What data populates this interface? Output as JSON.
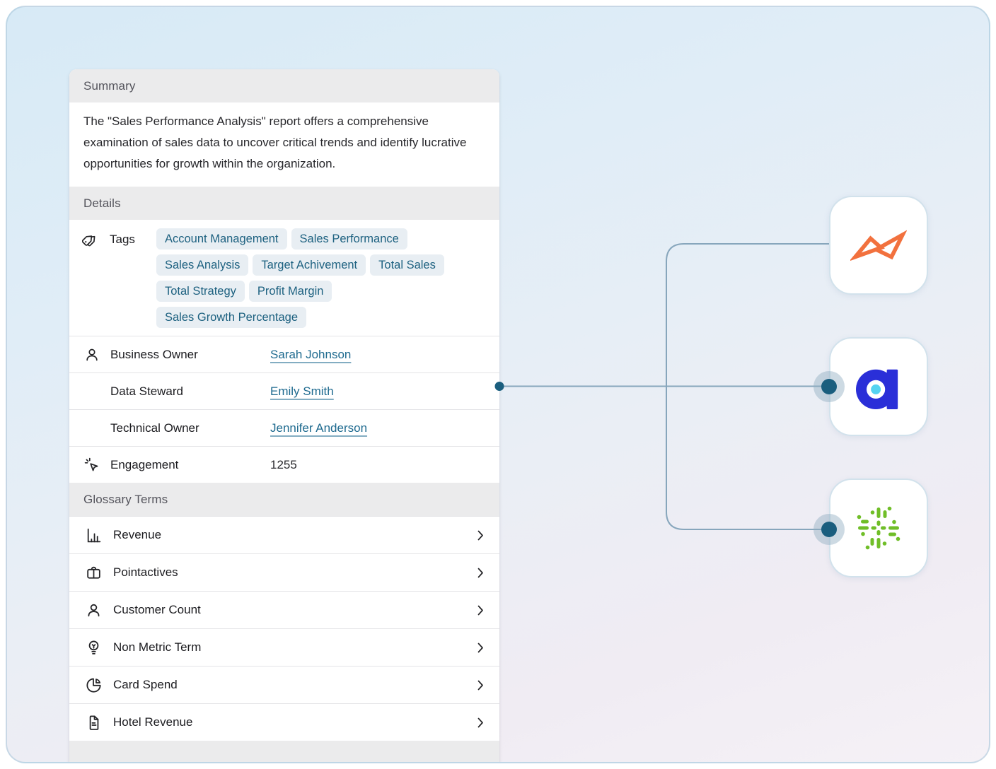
{
  "card": {
    "summary": {
      "header": "Summary",
      "text": "The \"Sales Performance Analysis\" report offers a comprehensive examination of sales data to uncover critical trends and identify lucrative opportunities for growth within the organization."
    },
    "details": {
      "header": "Details",
      "tags_label": "Tags",
      "tags": [
        "Account Management",
        "Sales Performance",
        "Sales Analysis",
        "Target Achivement",
        "Total Sales",
        "Total Strategy",
        "Profit Margin",
        "Sales Growth Percentage"
      ],
      "owners": [
        {
          "label": "Business Owner",
          "value": "Sarah Johnson"
        },
        {
          "label": "Data Steward",
          "value": "Emily Smith"
        },
        {
          "label": "Technical Owner",
          "value": "Jennifer Anderson"
        }
      ],
      "engagement": {
        "label": "Engagement",
        "value": "1255"
      }
    },
    "glossary": {
      "header": "Glossary Terms",
      "terms": [
        {
          "label": "Revenue",
          "icon": "bar-chart-icon"
        },
        {
          "label": "Pointactives",
          "icon": "briefcase-icon"
        },
        {
          "label": "Customer Count",
          "icon": "person-icon"
        },
        {
          "label": "Non Metric Term",
          "icon": "lightbulb-icon"
        },
        {
          "label": "Card Spend",
          "icon": "pie-chart-icon"
        },
        {
          "label": "Hotel Revenue",
          "icon": "document-icon"
        }
      ]
    }
  },
  "integrations": {
    "tiles": [
      {
        "name": "orange-bowtie-logo"
      },
      {
        "name": "atlan-logo"
      },
      {
        "name": "green-plaid-logo"
      }
    ]
  },
  "colors": {
    "link": "#1e6a8f",
    "tag_bg": "#e8eef3",
    "tag_text": "#1d6180",
    "connector_line": "#87a6bc",
    "connector_dot": "#1a5e7e",
    "logo_orange": "#f2713e",
    "logo_blue": "#2a2fd8",
    "logo_cyan": "#55d3f1",
    "logo_green": "#70be28"
  }
}
